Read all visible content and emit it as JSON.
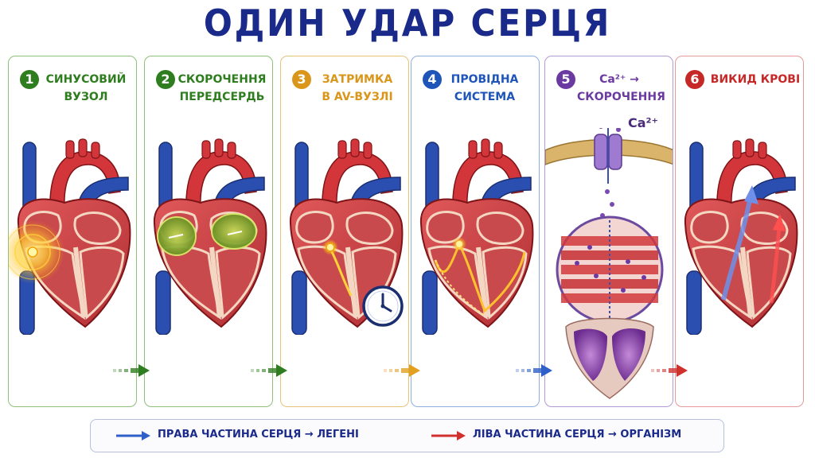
{
  "title": "ОДИН УДАР СЕРЦЯ",
  "steps": [
    {
      "num": "1",
      "line1": "СИНУСОВИЙ",
      "line2": "ВУЗОЛ",
      "color": "#2e7d1f"
    },
    {
      "num": "2",
      "line1": "СКОРОЧЕННЯ",
      "line2": "ПЕРЕДСЕРДЬ",
      "color": "#2e7d1f"
    },
    {
      "num": "3",
      "line1": "ЗАТРИМКА",
      "line2": "В AV-ВУЗЛІ",
      "color": "#d9961a"
    },
    {
      "num": "4",
      "line1": "ПРОВІДНА",
      "line2": "СИСТЕМА",
      "color": "#1f55b8"
    },
    {
      "num": "5",
      "line1": "Ca²⁺ →",
      "line2": "СКОРОЧЕННЯ",
      "color": "#6b3aa0"
    },
    {
      "num": "6",
      "line1": "ВИКИД КРОВІ",
      "line2": "",
      "color": "#c62828"
    }
  ],
  "ca_label": "Ca²⁺",
  "legend": {
    "right_side": "ПРАВА ЧАСТИНА СЕРЦЯ → ЛЕГЕНІ",
    "left_side": "ЛІВА ЧАСТИНА СЕРЦЯ → ОРГАНІЗМ",
    "right_color": "#2f5fc8",
    "left_color": "#d0312d"
  },
  "icons": [
    "heart-illustration",
    "clock-icon",
    "calcium-channel",
    "sarcomere",
    "arrow-right-icon"
  ]
}
